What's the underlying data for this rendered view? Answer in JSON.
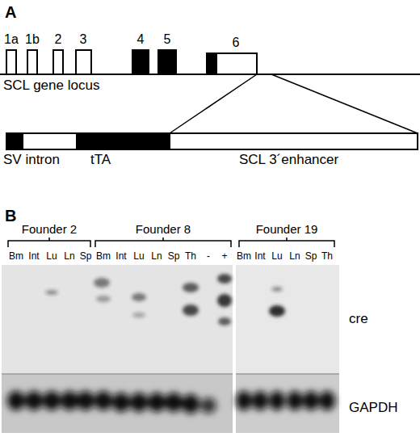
{
  "diagram": {
    "labels": [
      "A",
      "1a",
      "1b",
      "2",
      "3",
      "4",
      "5",
      "6",
      "SCL gene locus",
      "SV intron",
      "tTA",
      "SCL 3´enhancer",
      "B",
      "Founder 2",
      "Founder 8",
      "Founder 19",
      "Bm",
      "Int",
      "Lu",
      "Ln",
      "Sp",
      "Bm",
      "Int",
      "Lu",
      "Ln",
      "Sp",
      "Th",
      "-",
      "+",
      "Bm",
      "Int",
      "Lu",
      "Ln",
      "Sp",
      "Th",
      "cre",
      "GAPDH"
    ]
  }
}
